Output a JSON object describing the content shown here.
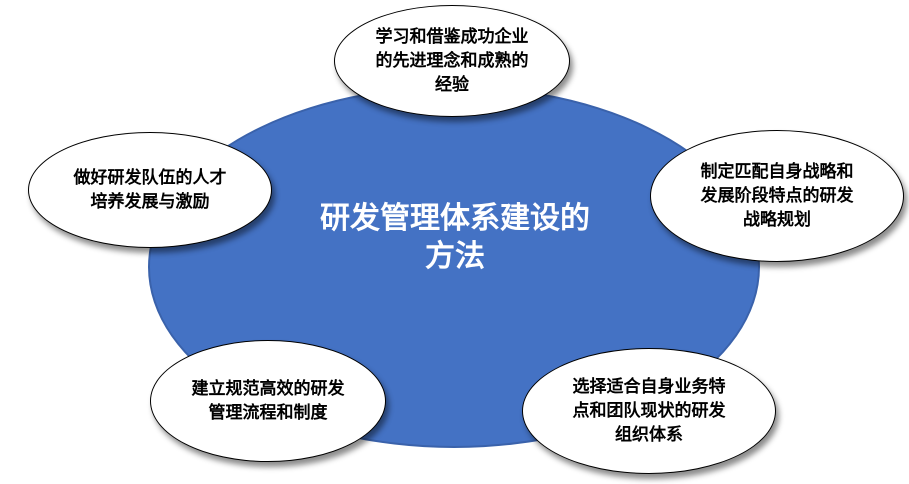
{
  "center": {
    "title": "研发管理体系建设的\n方法"
  },
  "bubbles": {
    "top": "学习和借鉴成功企业\n的先进理念和成熟的\n经验",
    "left": "做好研发队伍的人才\n培养发展与激励",
    "right": "制定匹配自身战略和\n发展阶段特点的研发\n战略规划",
    "bottom_left": "建立规范高效的研发\n管理流程和制度",
    "bottom_right": "选择适合自身业务特\n点和团队现状的研发\n组织体系"
  },
  "colors": {
    "center_fill": "#4472c4",
    "bubble_fill": "#ffffff",
    "bubble_border": "#000000",
    "center_text": "#ffffff"
  }
}
